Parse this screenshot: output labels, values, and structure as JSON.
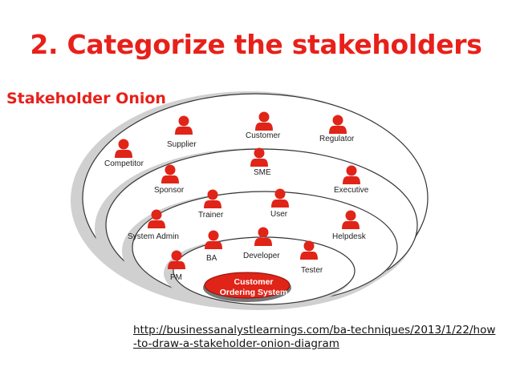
{
  "title": "2. Categorize the stakeholders",
  "subtitle": "Stakeholder Onion",
  "colors": {
    "accent": "#e8201a",
    "person_icon": "#e02418",
    "core_fill": "#e02418"
  },
  "onion": {
    "core": {
      "line1": "Customer",
      "line2": "Ordering System"
    },
    "labels": {
      "supplier": "Supplier",
      "customer": "Customer",
      "regulator": "Regulator",
      "competitor": "Competitor",
      "sme": "SME",
      "sponsor": "Sponsor",
      "executive": "Executive",
      "trainer": "Trainer",
      "user": "User",
      "system_admin": "System Admin",
      "helpdesk": "Helpdesk",
      "ba": "BA",
      "developer": "Developer",
      "tester": "Tester",
      "pm": "PM"
    }
  },
  "source": {
    "line1": "http://businessanalystlearnings.com/ba-techniques/2013/1/22/how",
    "line2": "-to-draw-a-stakeholder-onion-diagram"
  }
}
